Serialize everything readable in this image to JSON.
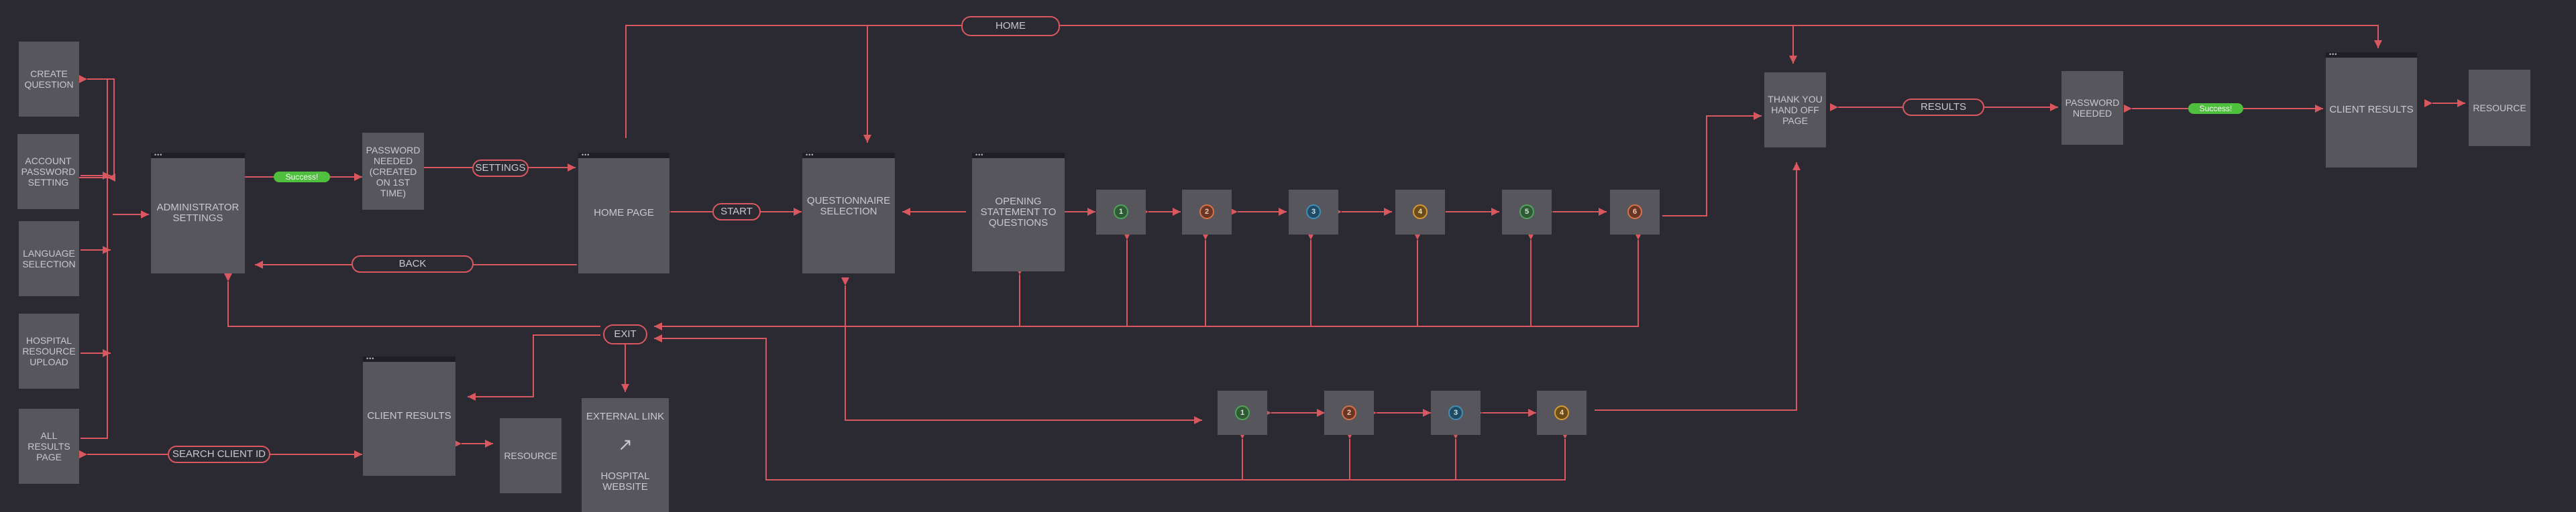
{
  "nodes": {
    "create_question": "CREATE QUESTION",
    "account_password": "ACCOUNT PASSWORD SETTING",
    "language_selection": "LANGUAGE SELECTION",
    "hospital_resource": "HOSPITAL RESOURCE UPLOAD",
    "all_results": "ALL RESULTS PAGE",
    "admin_settings": "ADMINISTRATOR SETTINGS",
    "password_needed_first": "PASSWORD NEEDED (CREATED ON 1ST TIME)",
    "home_page": "HOME PAGE",
    "questionnaire_selection": "QUESTIONNAIRE SELECTION",
    "opening_statement": "OPENING STATEMENT TO QUESTIONS",
    "client_results_left": "CLIENT RESULTS",
    "resource_left": "RESOURCE",
    "external_link": "EXTERNAL LINK",
    "hospital_website": "HOSPITAL WEBSITE",
    "thank_you": "THANK YOU HAND OFF PAGE",
    "password_needed_right": "PASSWORD NEEDED",
    "client_results_right": "CLIENT RESULTS",
    "resource_right": "RESOURCE"
  },
  "pills": {
    "home": "HOME",
    "settings": "SETTINGS",
    "start": "START",
    "back": "BACK",
    "exit": "EXIT",
    "search_client": "SEARCH CLIENT ID",
    "results": "RESULTS"
  },
  "badges": {
    "success_left": "Success!",
    "success_right": "Success!"
  },
  "steps_top": [
    "1",
    "2",
    "3",
    "4",
    "5",
    "6"
  ],
  "steps_bottom": [
    "1",
    "2",
    "3",
    "4"
  ],
  "colors": {
    "background": "#2b2931",
    "node": "#57565c",
    "connector": "#d9575f",
    "success": "#4fbf3e"
  }
}
